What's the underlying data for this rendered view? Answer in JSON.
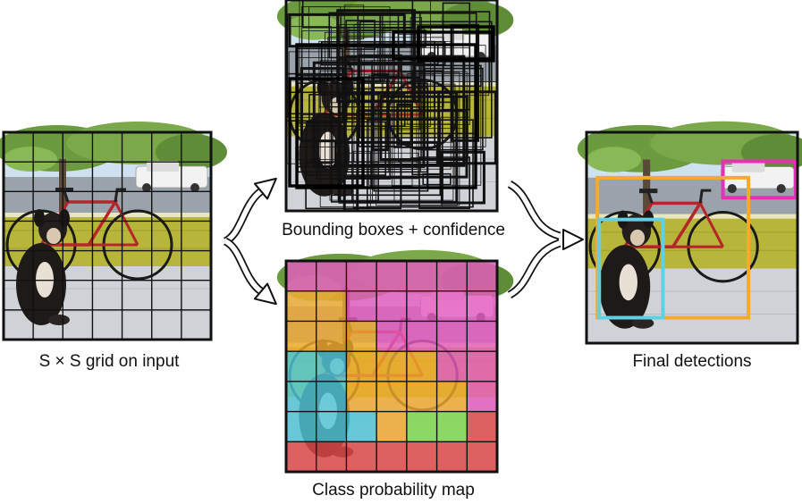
{
  "captions": {
    "input": "S × S grid on input",
    "boxes": "Bounding boxes + confidence",
    "class_map": "Class probability map",
    "final": "Final detections"
  },
  "grid": {
    "rows": 7,
    "cols": 7
  },
  "colors": {
    "pink": "#e55bc0",
    "orange": "#efaa2e",
    "cyan": "#4fc7d8",
    "green": "#7cd94c",
    "red": "#e04848",
    "box_pink": "#e82fb6",
    "box_orange": "#f2ab2a",
    "box_cyan": "#5fd0e6"
  },
  "class_map": [
    [
      "pink",
      "pink",
      "pink",
      "pink",
      "pink",
      "pink",
      "pink"
    ],
    [
      "orange",
      "orange",
      "pink",
      "pink",
      "pink",
      "pink",
      "pink"
    ],
    [
      "orange",
      "orange",
      "orange",
      "pink",
      "pink",
      "pink",
      "pink"
    ],
    [
      "cyan",
      "cyan",
      "orange",
      "orange",
      "orange",
      "pink",
      "pink"
    ],
    [
      "cyan",
      "cyan",
      "orange",
      "orange",
      "orange",
      "orange",
      "pink"
    ],
    [
      "cyan",
      "cyan",
      "cyan",
      "orange",
      "green",
      "green",
      "red"
    ],
    [
      "red",
      "red",
      "red",
      "red",
      "red",
      "red",
      "red"
    ]
  ]
}
